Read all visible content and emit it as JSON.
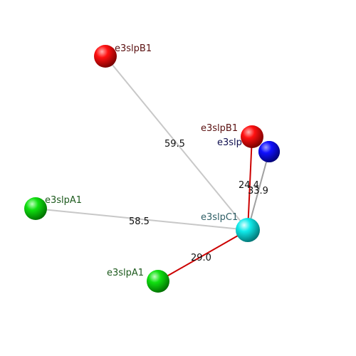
{
  "diagram": {
    "nodes": [
      {
        "id": "b1_top",
        "label": "e3slpB1",
        "color": "#ff0000",
        "label_color": "#5a1010"
      },
      {
        "id": "b1_mid",
        "label": "e3slpB1",
        "color": "#ff0000",
        "label_color": "#5a1010"
      },
      {
        "id": "blue",
        "label": "e3slp",
        "color": "#0000ff",
        "label_color": "#101050"
      },
      {
        "id": "a1_left",
        "label": "e3slpA1",
        "color": "#00dd00",
        "label_color": "#1d5a1d"
      },
      {
        "id": "c1",
        "label": "e3slpC1",
        "color": "#00e5e5",
        "label_color": "#2f5f66"
      },
      {
        "id": "a1_bottom",
        "label": "e3slpA1",
        "color": "#00dd00",
        "label_color": "#1d5a1d"
      }
    ],
    "edges": [
      {
        "from": "b1_top",
        "to": "c1",
        "label": "59.5",
        "color": "#c8c8c8"
      },
      {
        "from": "a1_left",
        "to": "c1",
        "label": "58.5",
        "color": "#c8c8c8"
      },
      {
        "from": "blue",
        "to": "c1",
        "label": "33.9",
        "color": "#a0a0a0"
      },
      {
        "from": "b1_mid",
        "to": "c1",
        "label": "24.4",
        "color": "#cc0000"
      },
      {
        "from": "a1_bottom",
        "to": "c1",
        "label": "29.0",
        "color": "#cc0000"
      }
    ]
  }
}
